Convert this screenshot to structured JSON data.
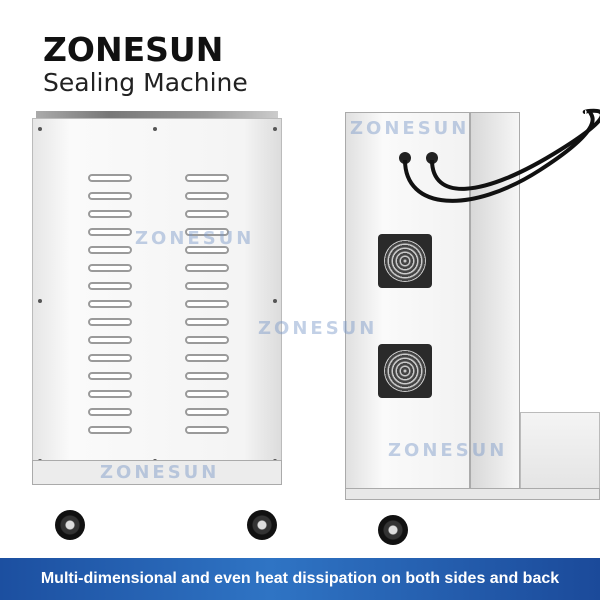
{
  "brand": "ZONESUN",
  "product": "Sealing Machine",
  "watermark": "ZONESUN",
  "banner": "Multi-dimensional and even heat dissipation on both sides and back",
  "colors": {
    "banner": "#2a66b8"
  }
}
